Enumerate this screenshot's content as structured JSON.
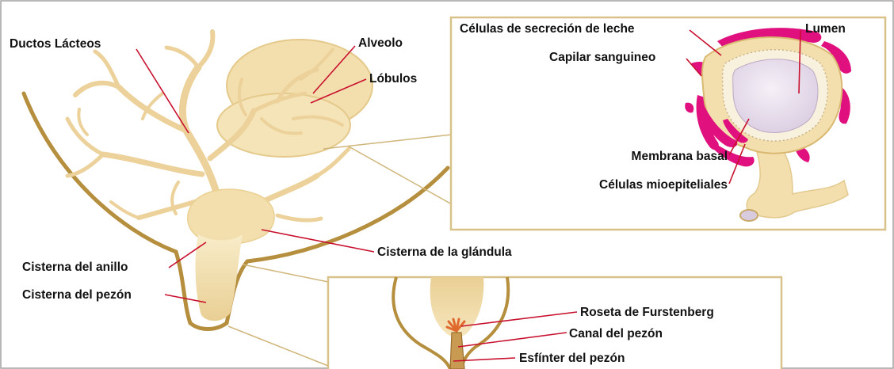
{
  "colors": {
    "tissue": "#f3dfae",
    "tissue_light": "#f8ecc9",
    "outline": "#b58f3e",
    "capillary": "#e0117f",
    "lumen": "#e5dcea",
    "leader": "#c8102e",
    "panel_border": "#d9c28a"
  },
  "labels": {
    "ductos_lacteos": "Ductos Lácteos",
    "alveolo": "Alveolo",
    "lobulos": "Lóbulos",
    "cisterna_glandula": "Cisterna de la glándula",
    "cisterna_anillo": "Cisterna del anillo",
    "cisterna_pezon": "Cisterna del pezón"
  },
  "alveolus_inset": {
    "celulas_secrecion": "Células de secreción de leche",
    "lumen": "Lumen",
    "capilar": "Capilar sanguineo",
    "membrana": "Membrana basal",
    "mioepiteliales": "Células mioepiteliales"
  },
  "teat_inset": {
    "roseta": "Roseta de Furstenberg",
    "canal": "Canal del pezón",
    "esfinter": "Esfínter del pezón"
  }
}
